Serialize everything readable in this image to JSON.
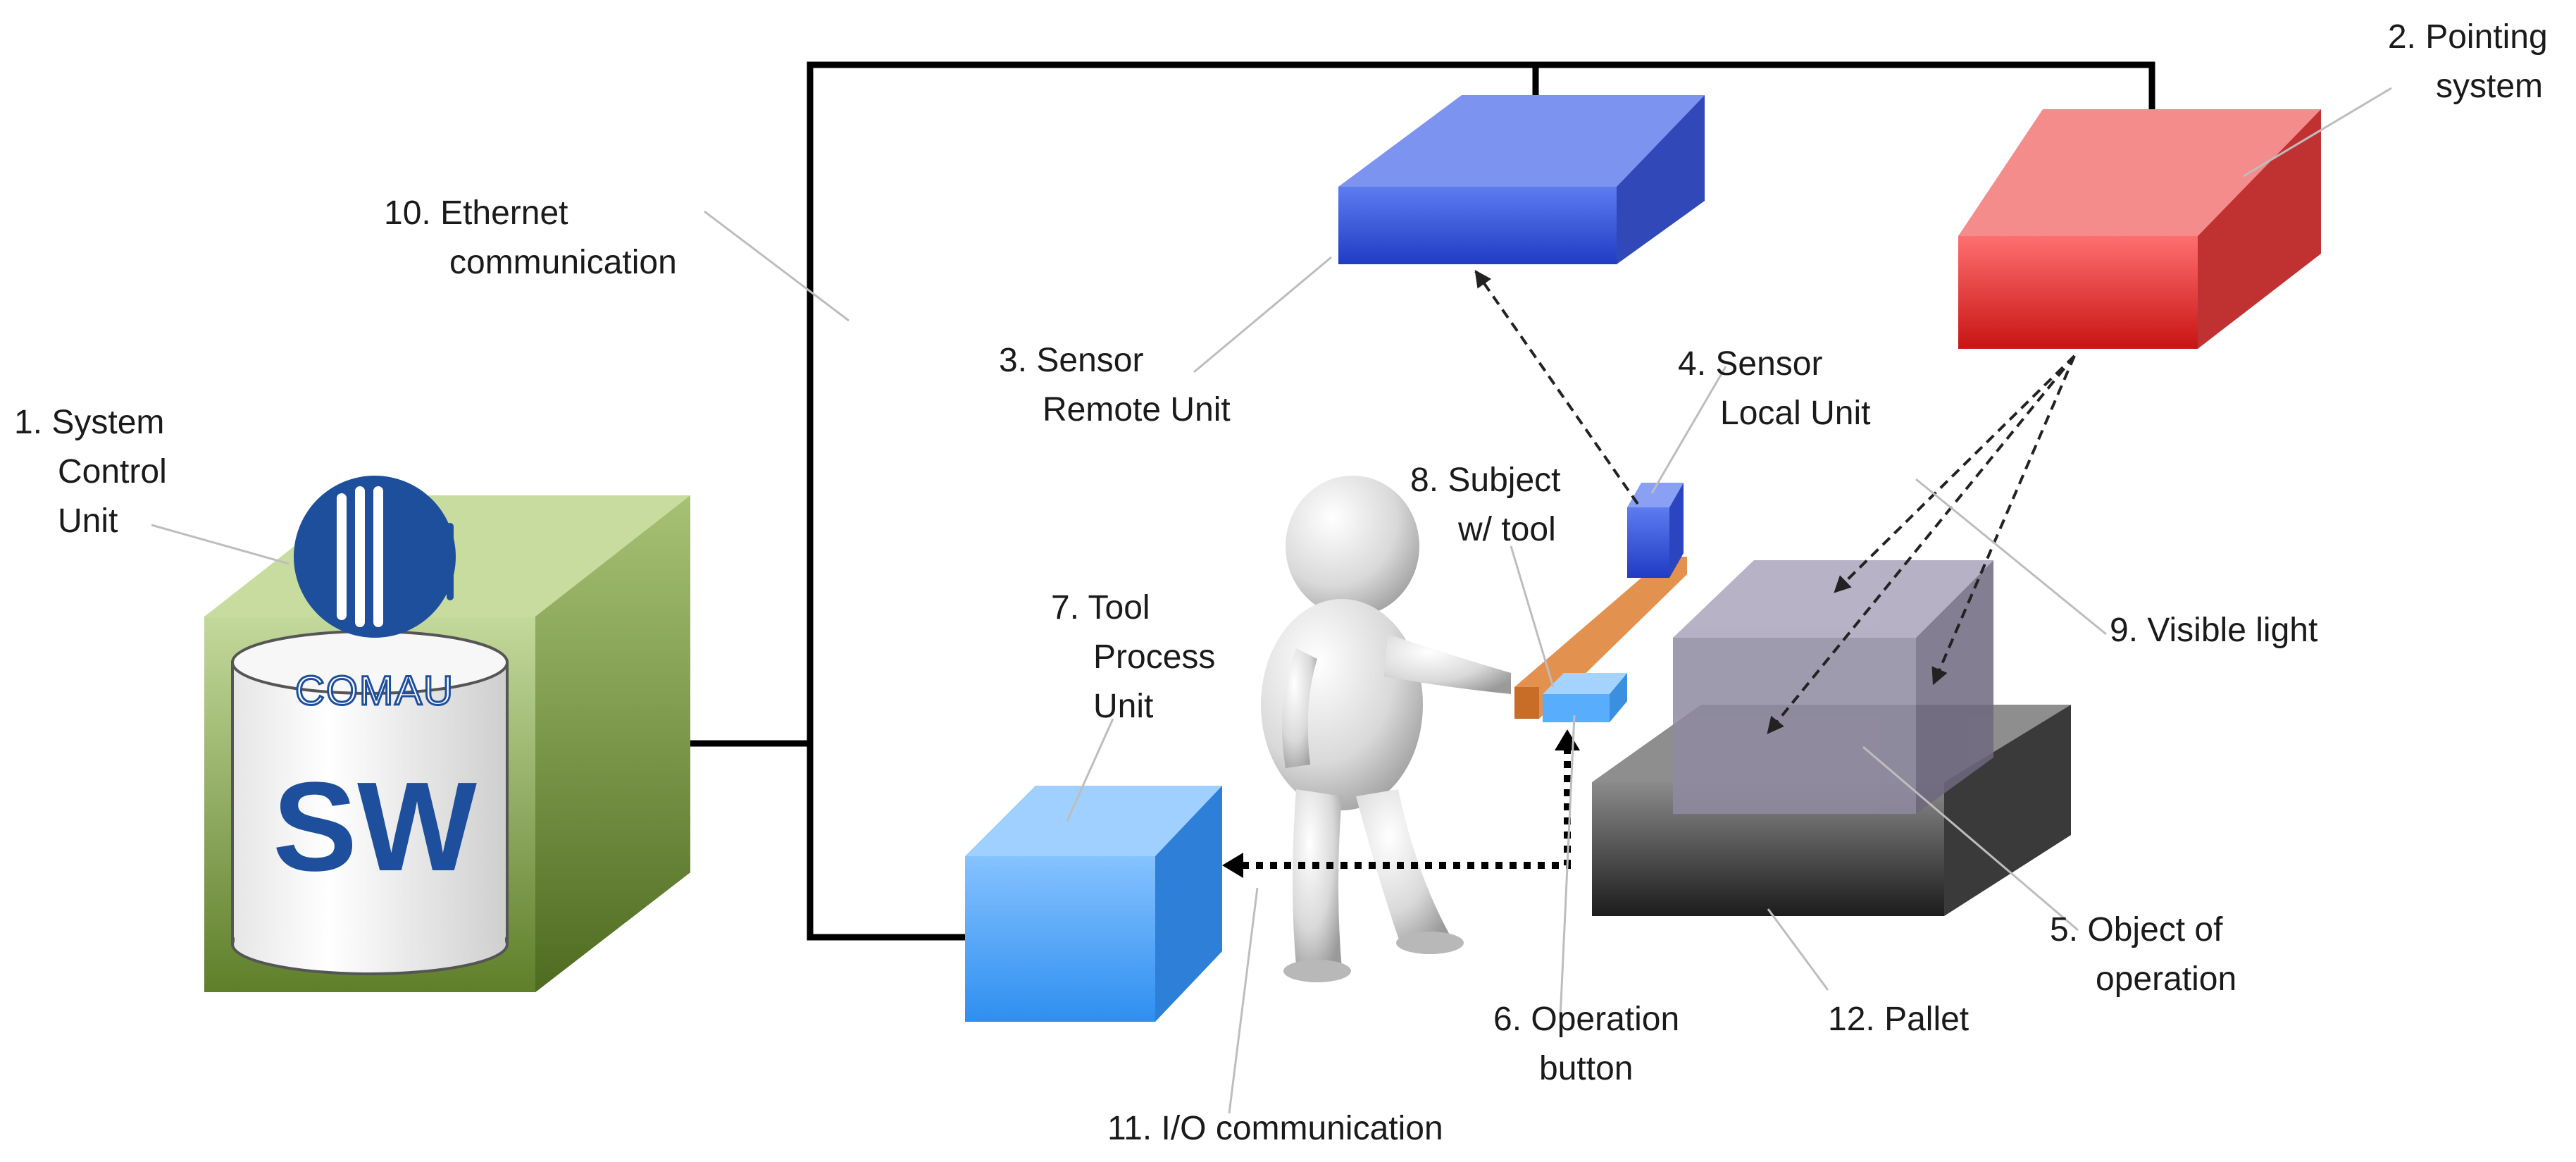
{
  "labels": {
    "system_control_unit": [
      "1. System",
      "Control",
      "Unit"
    ],
    "pointing_system": [
      "2. Pointing",
      "system"
    ],
    "sensor_remote_unit": [
      "3. Sensor",
      "Remote Unit"
    ],
    "sensor_local_unit": [
      "4. Sensor",
      "Local Unit"
    ],
    "object_of_operation": [
      "5. Object of",
      "operation"
    ],
    "operation_button": [
      "6. Operation",
      "button"
    ],
    "tool_process_unit": [
      "7. Tool",
      "Process",
      "Unit"
    ],
    "subject_with_tool": [
      "8. Subject",
      "w/ tool"
    ],
    "visible_light": [
      "9. Visible light"
    ],
    "ethernet_communication": [
      "10. Ethernet",
      "communication"
    ],
    "io_communication": [
      "11. I/O communication"
    ],
    "pallet": [
      "12. Pallet"
    ]
  },
  "logo": {
    "brand": "COMAU",
    "software": "SW"
  },
  "colors": {
    "control_unit": "#7a9a3a",
    "pointing_system": "#d62020",
    "sensor_remote": "#2f4fd0",
    "sensor_local": "#3a55d8",
    "tool_process": "#3f9df5",
    "object": "#8f8aa0",
    "pallet": "#3a3a3a",
    "comau_blue": "#1d4f9c"
  },
  "icons": [
    "comau-logo-icon",
    "database-cylinder-icon",
    "person-figure-icon"
  ]
}
